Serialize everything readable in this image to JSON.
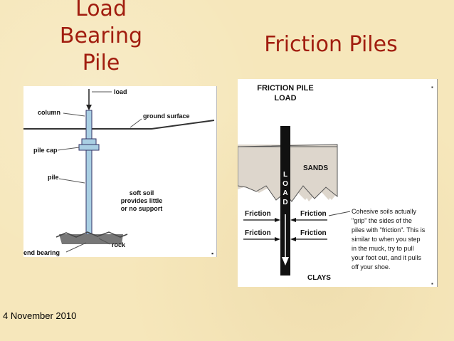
{
  "slide": {
    "title_left_lines": [
      "Load",
      "Bearing",
      "Pile"
    ],
    "title_right": "Friction Piles",
    "date": "4 November 2010"
  },
  "left_diagram": {
    "labels": {
      "load": "load",
      "column": "column",
      "ground_surface": "ground surface",
      "pile_cap": "pile cap",
      "pile": "pile",
      "soft_soil": [
        "soft soil",
        "provides little",
        "or no support"
      ],
      "rock": "rock",
      "end_bearing": "end bearing"
    }
  },
  "right_diagram": {
    "labels": {
      "header": [
        "FRICTION PILE",
        "LOAD"
      ],
      "sands": "SANDS",
      "clays": "CLAYS",
      "load_vertical": [
        "L",
        "O",
        "A",
        "D"
      ],
      "friction": "Friction",
      "note": [
        "Cohesive soils actually",
        "\"grip\" the sides of the",
        "piles with \"friction\". This is",
        "similar to when you step",
        "in the muck, try to pull",
        "your foot out, and it pulls",
        "off your shoe."
      ]
    }
  },
  "colors": {
    "title": "#a11d0f",
    "background": "#f6e7bb",
    "sand": "#ddd6cc"
  }
}
